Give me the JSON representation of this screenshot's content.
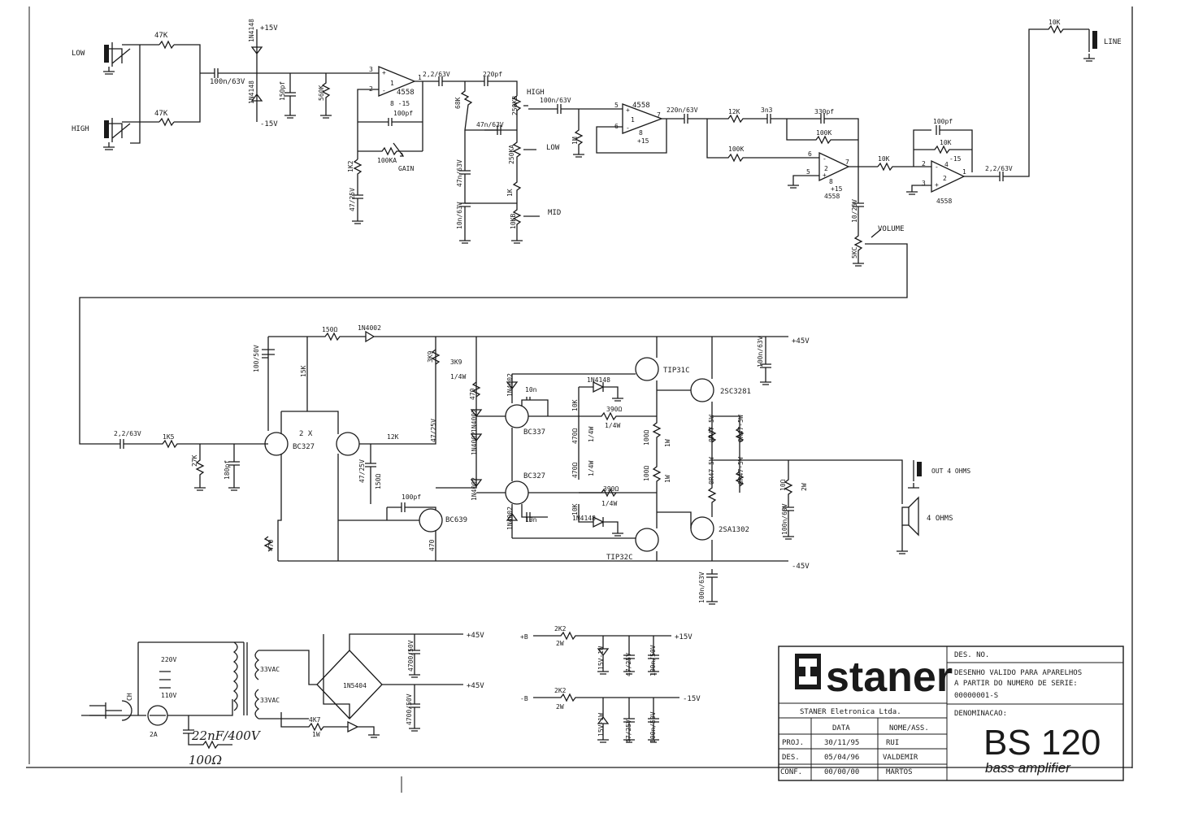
{
  "preamp": {
    "inputs": [
      "LOW",
      "HIGH"
    ],
    "input_resistor": "47K",
    "coupling_cap": "100n/63V",
    "supply_pos": "+15V",
    "supply_neg": "-15V",
    "diode": "1N4148",
    "cap_150p": "150pf",
    "res_560k": "560K",
    "u1": "4558",
    "u1_pins": "8 -15",
    "pin_1": "1",
    "pin_2": "2",
    "pin_3": "3",
    "pin_4": "4",
    "pin_5": "5",
    "pin_6": "6",
    "pin_7": "7",
    "pin_8": "8",
    "fb_cap": "100pf",
    "gain_pot": "100KA",
    "gain_label": "GAIN",
    "res_1k2": "1K2",
    "cap_47_25": "47/25V",
    "out_cap": "2,2/63V",
    "cap_220p": "220pf",
    "res_68k": "68K",
    "high_pot": "250KB",
    "high_label": "HIGH",
    "cap_47n": "47n/63V",
    "low_pot": "250KA",
    "low_label": "LOW",
    "res_1k": "1K",
    "mid_pot": "10KB",
    "mid_label": "MID",
    "cap_10n": "10n/63V",
    "cap_100n": "100n/63V",
    "res_1m": "1M",
    "u2": "4558",
    "u2_supply": "+15",
    "cap_220n": "220n/63V",
    "res_12k": "12K",
    "cap_3n3": "3n3",
    "cap_330p": "330pf",
    "res_100k": "100K",
    "u3": "4558",
    "u3_supply": "+15",
    "cap_10_25": "10/25V",
    "vol_pot": "5KC",
    "vol_label": "VOLUME",
    "res_10k": "10K",
    "cap_100p": "100pf",
    "u4_supply": "-15",
    "u4": "4558",
    "out_cap2": "2,2/63V",
    "line_res": "10K",
    "line_label": "LINE"
  },
  "power_amp": {
    "in_cap": "2,2/63V",
    "res_1k5": "1K5",
    "res_27k": "27K",
    "cap_180p": "180pf",
    "res_150": "150Ω",
    "diode_1n4002": "1N4002",
    "cap_100_50": "100/50V",
    "res_15k": "15K",
    "diff_pair_qty": "2 X",
    "diff_pair": "BC327",
    "res_12k": "12K",
    "cap_47_25": "47/25V",
    "res_150b": "150Ω",
    "res_3k9": "3K9",
    "res_3k9_w": "1/4W",
    "res_470": "470",
    "res_470b": "470Ω",
    "cap_10n": "10n",
    "q_bc337": "BC337",
    "q_bc327": "BC327",
    "q_bc639": "BC639",
    "cap_100p": "100pf",
    "res_10k": "10K",
    "res_390": "390Ω",
    "res_390_w": "1/4W",
    "diode_1n4148": "1N4148",
    "res_100": "100Ω",
    "res_1w": "1W",
    "q_tip31c": "TIP31C",
    "q_tip32c": "TIP32C",
    "q_2sc3281": "2SC3281",
    "q_2sa1302": "2SA1302",
    "res_0r47": "0R47-5W",
    "res_10": "10Ω",
    "res_2w": "2W",
    "cap_100n": "100n/63V",
    "rail_pos": "+45V",
    "rail_neg": "-45V",
    "out_label": "OUT 4 OHMS",
    "spk_label": "4 OHMS"
  },
  "psu": {
    "v220": "220V",
    "v110": "110V",
    "switch": "CH",
    "fuse": "2A",
    "sec_a": "33VAC",
    "sec_b": "33VAC",
    "bridge": "1N5404",
    "cap_4700": "4700/50V",
    "out_pos": "+45V",
    "out_neg": "+45V",
    "res_4k7": "4K7",
    "res_4k7_w": "1W",
    "snubber_cap": "22nF/400V",
    "snubber_res": "100Ω",
    "reg_in_pos": "+B",
    "reg_in_neg": "-B",
    "reg_res": "2K2",
    "reg_res_w": "2W",
    "zener": "15V-1W",
    "cap_47_25": "47/25V",
    "cap_100n": "100n/50V",
    "reg_out_pos": "+15V",
    "reg_out_neg": "-15V"
  },
  "title_block": {
    "brand": "staner",
    "company": "STANER Eletronica Ltda.",
    "des_no_label": "DES. NO.",
    "note_line1": "DESENHO VALIDO PARA APARELHOS",
    "note_line2": "A PARTIR DO NUMERO DE SERIE:",
    "serial": "00000001-S",
    "denominacao_label": "DENOMINACAO:",
    "model": "BS 120",
    "subtitle": "bass amplifier",
    "col_data": "DATA",
    "col_nome": "NOME/ASS.",
    "rows": [
      {
        "role": "PROJ.",
        "date": "30/11/95",
        "name": "RUI"
      },
      {
        "role": "DES.",
        "date": "05/04/96",
        "name": "VALDEMIR"
      },
      {
        "role": "CONF.",
        "date": "00/00/00",
        "name": "MARTOS"
      }
    ]
  }
}
